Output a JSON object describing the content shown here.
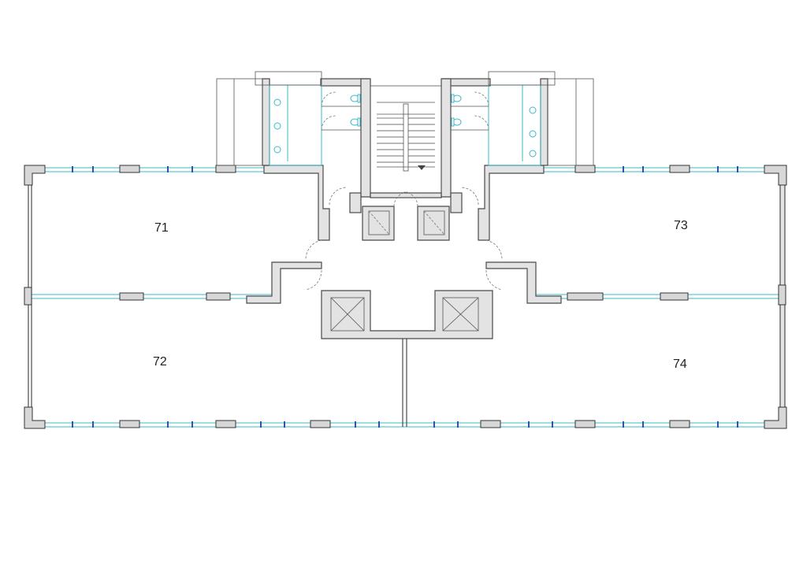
{
  "rooms": [
    {
      "id": "r71",
      "label": "71"
    },
    {
      "id": "r72",
      "label": "72"
    },
    {
      "id": "r73",
      "label": "73"
    },
    {
      "id": "r74",
      "label": "74"
    }
  ],
  "colors": {
    "wall": "#4a4a4a",
    "wall_fill": "#e3e3e3",
    "glazing": "#3bb8c8",
    "mullion": "#2a55b8",
    "background": "#ffffff"
  },
  "icons": [
    "toilet-icon",
    "sink-icon",
    "stair-arrow-icon",
    "elevator-shaft-icon"
  ]
}
